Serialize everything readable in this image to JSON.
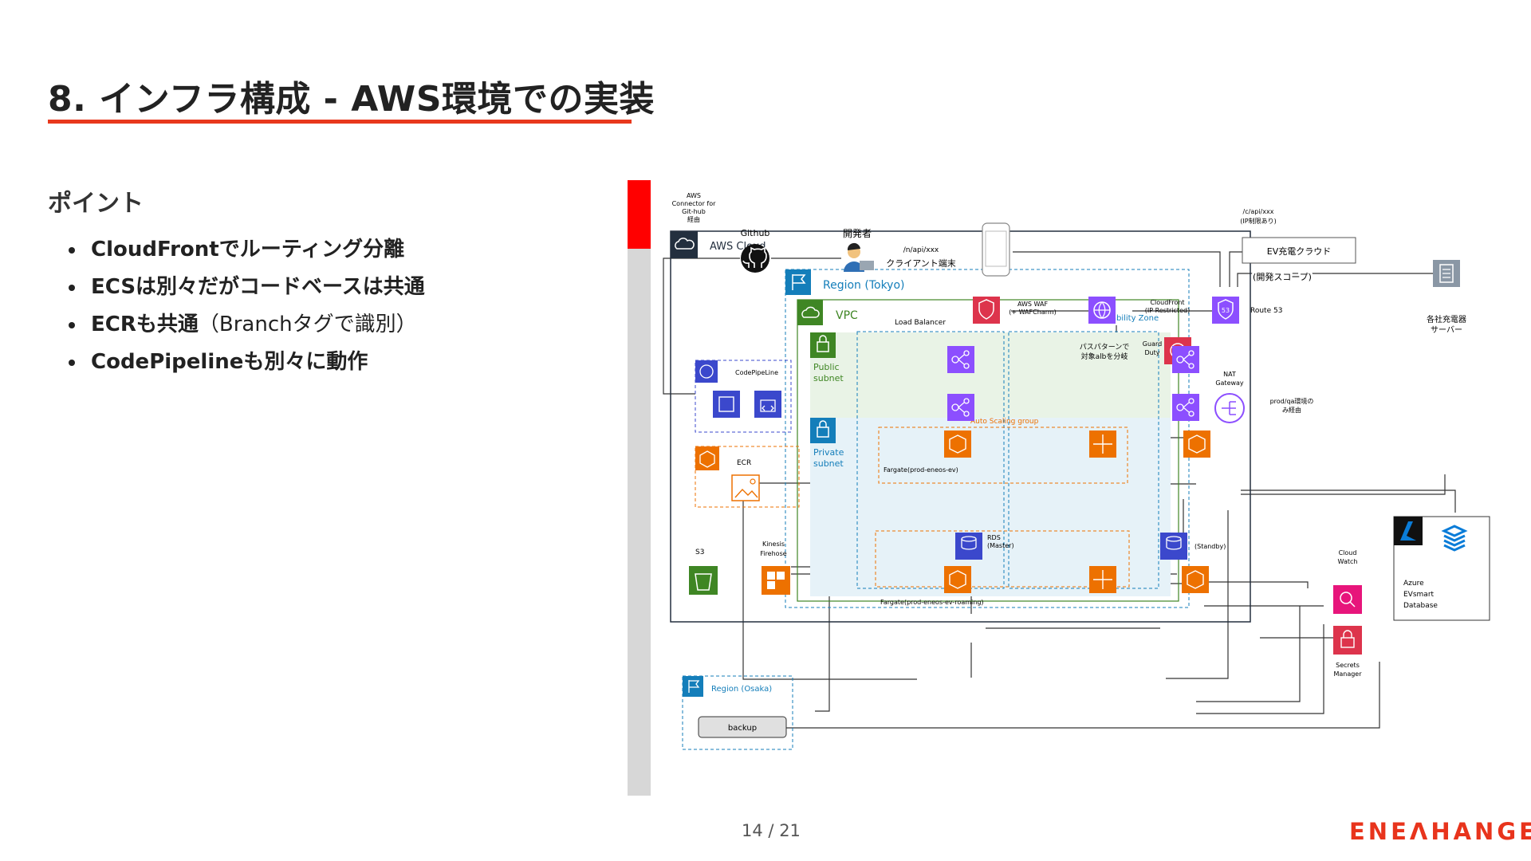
{
  "slide": {
    "title": "8. インフラ構成 - AWS環境での実装",
    "page_current": "14",
    "page_total": "21",
    "page_sep": "/",
    "logo_text": "ENEⴷHANGE"
  },
  "points": {
    "heading": "ポイント",
    "items": [
      {
        "bold": "CloudFrontでルーティング分離",
        "rest": ""
      },
      {
        "bold": "ECSは別々だがコードベースは共通",
        "rest": ""
      },
      {
        "bold": "ECRも共通",
        "rest": "（Branchタグで識別）"
      },
      {
        "bold": "CodePipelineも別々に動作",
        "rest": ""
      }
    ]
  },
  "diagram": {
    "aws_connector": [
      "AWS",
      "Connector for",
      "Git-hub",
      "経由"
    ],
    "github": "Github",
    "developer": "開発者",
    "client_path": "/n/api/xxx",
    "client": "クライアント端末",
    "ev_path": [
      "/c/api/xxx",
      "(IP制限あり)"
    ],
    "ev_cloud": "EV充電クラウド",
    "dev_scope": "(開発スコープ)",
    "charger_server": [
      "各社充電器",
      "サーバー"
    ],
    "aws_cloud": "AWS Cloud",
    "waf": [
      "AWS WAF",
      "(+ WAFCharm)"
    ],
    "cloudfront": [
      "CloudFront",
      "(IP Restricted)"
    ],
    "route53": "Route 53",
    "path_routing": [
      "パスパターンで",
      "対象albを分岐"
    ],
    "guard_duty": [
      "Guard",
      "Duty"
    ],
    "region_tokyo": "Region (Tokyo)",
    "vpc": "VPC",
    "availability_zone": "Availability Zone",
    "load_balancer": "Load Balancer",
    "public_subnet": [
      "Public",
      "subnet"
    ],
    "private_subnet": [
      "Private",
      "subnet"
    ],
    "nat_gateway": [
      "NAT",
      "Gateway"
    ],
    "prod_note": [
      "prod/qa環境の",
      "み経由"
    ],
    "codepipeline": "CodePipeLine",
    "ecr": "ECR",
    "s3": "S3",
    "kinesis": [
      "Kinesis",
      "Firehose"
    ],
    "auto_scaling": "Auto Scaling group",
    "fargate_1": "Fargate(prod-eneos-ev)",
    "fargate_2": "Fargate(prod-eneos-ev-roaming)",
    "rds_master": [
      "RDS",
      "(Master)"
    ],
    "rds_standby": "(Standby)",
    "cloudwatch": [
      "Cloud",
      "Watch"
    ],
    "secrets": [
      "Secrets",
      "Manager"
    ],
    "region_osaka": "Region (Osaka)",
    "backup": "backup",
    "azure": [
      "Azure",
      "EVsmart",
      "Database"
    ]
  },
  "colors": {
    "accent_red": "#e8391d",
    "scroll_thumb": "#ff0000",
    "aws_purple": "#8c4fff",
    "aws_orange": "#ed7100",
    "aws_blue": "#3b48cc",
    "aws_red": "#dd344c",
    "aws_green": "#3f8624",
    "region_blue": "#147eba"
  }
}
